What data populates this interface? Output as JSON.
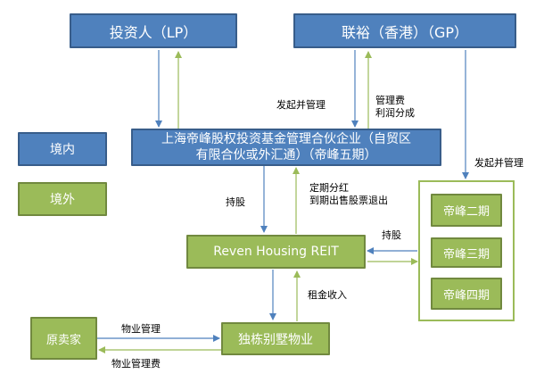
{
  "nodes": {
    "investor": "投资人（LP）",
    "gp": "联裕（香港）（GP）",
    "fund_line1": "上海帝峰股权投资基金管理合伙企业（自贸区",
    "fund_line2": "有限合伙或外汇通）（帝峰五期）",
    "reit": "Reven Housing REIT",
    "villa": "独栋别墅物业",
    "seller": "原卖家",
    "phase2": "帝峰二期",
    "phase3": "帝峰三期",
    "phase4": "帝峰四期"
  },
  "legend": {
    "domestic": "境内",
    "overseas": "境外"
  },
  "labels": {
    "initiate_manage_left": "发起并管理",
    "mgmt_fee": "管理费",
    "profit_share": "利润分成",
    "initiate_manage_right": "发起并管理",
    "holding_left": "持股",
    "dividend": "定期分红",
    "exit": "到期出售股票退出",
    "holding_right": "持股",
    "rent": "租金收入",
    "property_mgmt": "物业管理",
    "property_fee": "物业管理费"
  },
  "colors": {
    "blue_fill": "#4f81bd",
    "blue_border": "#385d8a",
    "green_fill": "#9bbb59",
    "green_border": "#71893f"
  }
}
